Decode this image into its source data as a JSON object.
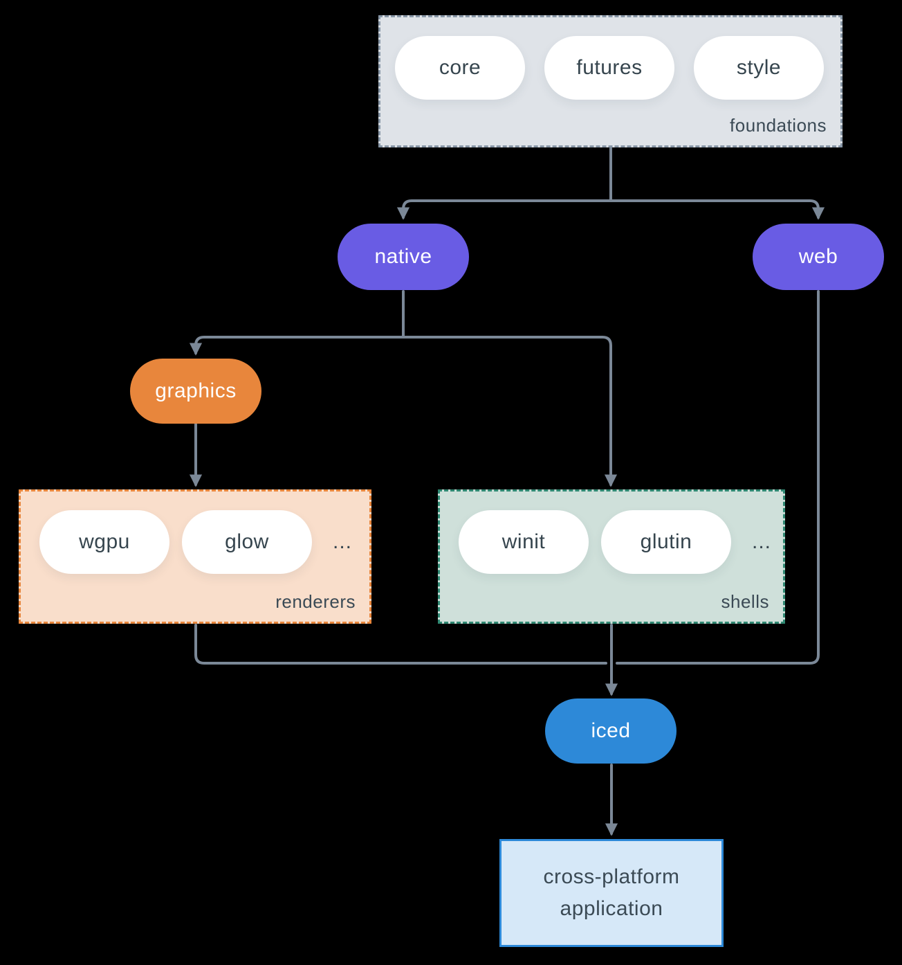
{
  "canvas": {
    "background": "#000000"
  },
  "colors": {
    "arrow": "#7b8897",
    "text_dark": "#36454e",
    "node_purple": "#695ce4",
    "node_orange": "#e8863c",
    "node_blue": "#2d89d8",
    "pill_white": "#ffffff",
    "foundations_fill": "#dfe3e8",
    "foundations_border": "#8796a6",
    "renderers_fill": "#f9decb",
    "renderers_border": "#e8863c",
    "shells_fill": "#cfe0da",
    "shells_border": "#2f8872",
    "app_fill": "#d6e8f8",
    "app_border": "#2d89d8"
  },
  "groups": {
    "foundations": {
      "label": "foundations",
      "items": [
        "core",
        "futures",
        "style"
      ]
    },
    "renderers": {
      "label": "renderers",
      "items": [
        "wgpu",
        "glow"
      ],
      "ellipsis": "..."
    },
    "shells": {
      "label": "shells",
      "items": [
        "winit",
        "glutin"
      ],
      "ellipsis": "..."
    }
  },
  "nodes": {
    "native": "native",
    "web": "web",
    "graphics": "graphics",
    "iced": "iced",
    "application": "cross-platform application"
  }
}
